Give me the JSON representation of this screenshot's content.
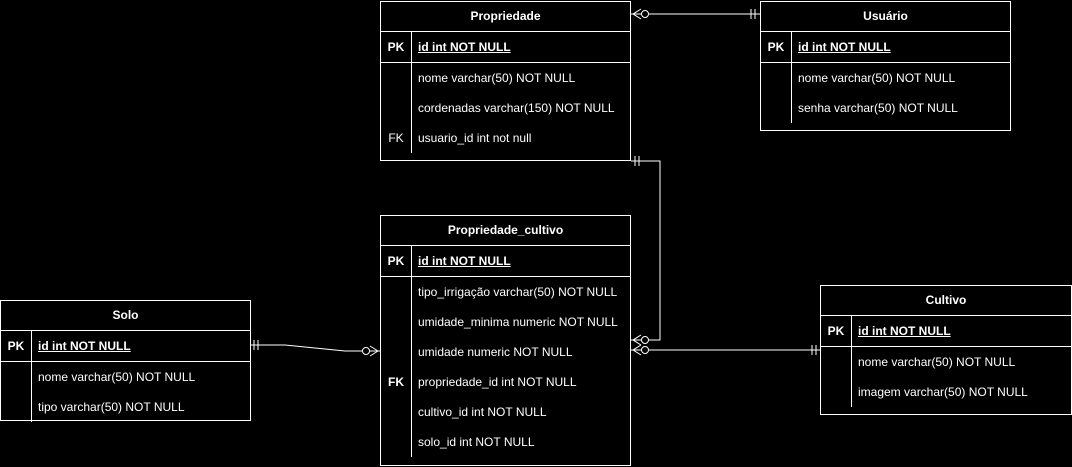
{
  "tables": {
    "propriedade": {
      "title": "Propriedade",
      "pk": {
        "key": "PK",
        "text": "id int NOT NULL"
      },
      "rows": [
        {
          "key": "",
          "text": "nome varchar(50) NOT NULL"
        },
        {
          "key": "",
          "text": "cordenadas varchar(150) NOT NULL"
        },
        {
          "key": "FK",
          "text": "usuario_id int not null"
        }
      ]
    },
    "usuario": {
      "title": "Usuário",
      "pk": {
        "key": "PK",
        "text": "id int NOT NULL"
      },
      "rows": [
        {
          "key": "",
          "text": "nome varchar(50) NOT NULL"
        },
        {
          "key": "",
          "text": "senha varchar(50) NOT NULL"
        }
      ]
    },
    "propriedade_cultivo": {
      "title": "Propriedade_cultivo",
      "pk": {
        "key": "PK",
        "text": "id int NOT NULL"
      },
      "rows": [
        {
          "key": "",
          "text": "tipo_irrigação varchar(50) NOT NULL"
        },
        {
          "key": "",
          "text": "umidade_minima numeric NOT NULL"
        },
        {
          "key": "",
          "text": "umidade numeric NOT NULL"
        },
        {
          "key": "FK",
          "text": "propriedade_id int NOT NULL"
        },
        {
          "key": "",
          "text": "cultivo_id int NOT NULL"
        },
        {
          "key": "",
          "text": "solo_id int NOT NULL"
        }
      ]
    },
    "solo": {
      "title": "Solo",
      "pk": {
        "key": "PK",
        "text": "id int NOT NULL"
      },
      "rows": [
        {
          "key": "",
          "text": "nome varchar(50) NOT NULL"
        },
        {
          "key": "",
          "text": "tipo varchar(50) NOT NULL"
        }
      ]
    },
    "cultivo": {
      "title": "Cultivo",
      "pk": {
        "key": "PK",
        "text": "id int NOT NULL"
      },
      "rows": [
        {
          "key": "",
          "text": "nome varchar(50) NOT NULL"
        },
        {
          "key": "",
          "text": "imagem varchar(50) NOT NULL"
        }
      ]
    }
  },
  "colors": {
    "background": "#000000",
    "stroke": "#ffffff",
    "text": "#ffffff"
  }
}
